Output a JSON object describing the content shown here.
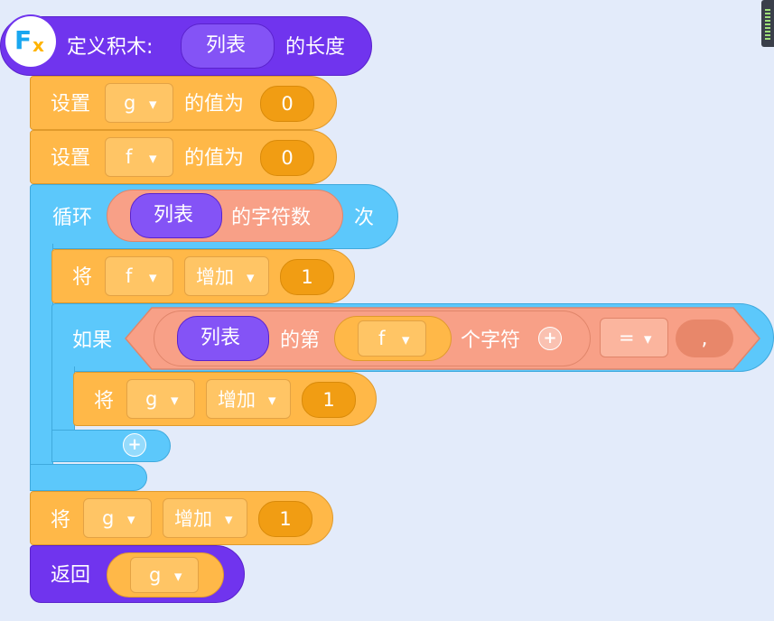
{
  "define": {
    "label": "定义积木:",
    "param": "列表",
    "suffix": "的长度",
    "badge": "F",
    "badge_x": "x"
  },
  "set1": {
    "label": "设置",
    "var": "g",
    "mid": "的值为",
    "value": "0"
  },
  "set2": {
    "label": "设置",
    "var": "f",
    "mid": "的值为",
    "value": "0"
  },
  "loop": {
    "label": "循环",
    "param": "列表",
    "reporter": "的字符数",
    "suffix": "次"
  },
  "inc_f": {
    "label": "将",
    "var": "f",
    "op": "增加",
    "value": "1"
  },
  "if_block": {
    "label": "如果",
    "param": "列表",
    "of": "的第",
    "index_var": "f",
    "char": "个字符",
    "op": "=",
    "compare": ","
  },
  "inc_g_inner": {
    "label": "将",
    "var": "g",
    "op": "增加",
    "value": "1"
  },
  "inc_g_outer": {
    "label": "将",
    "var": "g",
    "op": "增加",
    "value": "1"
  },
  "ret": {
    "label": "返回",
    "var": "g"
  },
  "icons": {
    "dropdown": "▼",
    "plus": "+"
  },
  "colors": {
    "variable": "#ffb848",
    "control": "#5cc8fb",
    "custom": "#7034ee",
    "string": "#f8a087",
    "number": "#f19d13"
  }
}
